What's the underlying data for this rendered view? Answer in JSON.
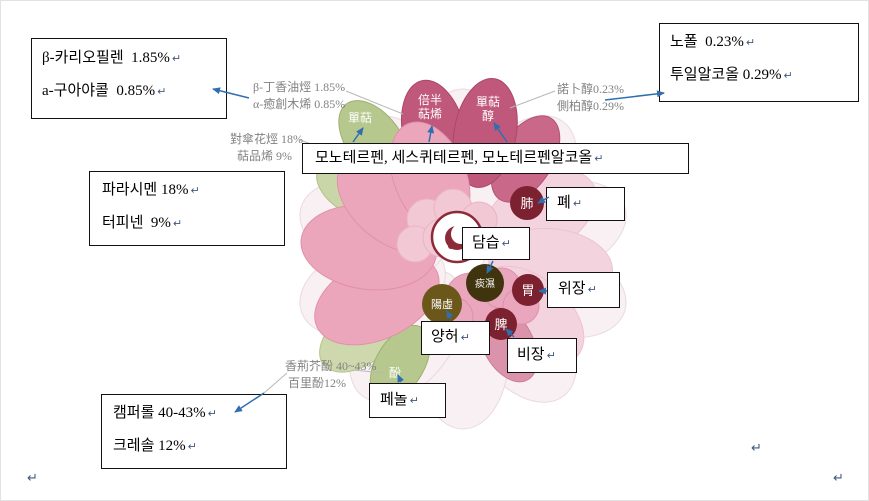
{
  "colors": {
    "arrow": "#2f6fb0",
    "box_border": "#111111",
    "cn_text": "#828282",
    "petal_white": "#f8f0f3",
    "petal_pale_pink": "#f3d3dd",
    "petal_pink": "#eba6bc",
    "petal_rose": "#c0587c",
    "leaf_green": "#b6c88d",
    "organ_red": "#7c2130",
    "pattern_olive": "#6b571a",
    "pattern_dark_olive": "#40340f"
  },
  "flower": {
    "petal_monoterpene": "單萜",
    "petal_sesquiterpene_l1": "倍半",
    "petal_sesquiterpene_l2": "萜烯",
    "petal_monoterpenol_l1": "單萜",
    "petal_monoterpenol_l2": "醇",
    "petal_phenol": "酚",
    "organ_lung": "肺",
    "organ_stomach": "胃",
    "organ_spleen": "脾",
    "pattern_yang_def": "陽虛",
    "pattern_phlegm_damp": "痰濕"
  },
  "cn_annotations": {
    "caryophyllene": "β-丁香油烴 1.85%",
    "guaiene": "α-癒創木烯 0.85%",
    "p_cymene": "對傘花烴 18%",
    "terpinene": "萜品烯 9%",
    "nopol": "諾卜醇0.23%",
    "thujanol": "側柏醇0.29%",
    "carvacrol": "香荊芥酚 40~43%",
    "thymol": "百里酚12%"
  },
  "callouts": {
    "top_left": {
      "line1": "β-카리오필렌  1.85%",
      "line2": "a-구아야콜  0.85%"
    },
    "top_right": {
      "line1": "노폴  0.23%",
      "line2": "투일알코올 0.29%"
    },
    "mid_left": {
      "line1": "파라시멘 18%",
      "line2": "터피넨  9%"
    },
    "center": {
      "line1": "모노테르펜, 세스퀴테르펜, 모노테르펜알코올"
    },
    "lung": {
      "line1": "폐"
    },
    "phlegm_damp": {
      "line1": "담습"
    },
    "stomach": {
      "line1": "위장"
    },
    "yang_def": {
      "line1": "양허"
    },
    "spleen": {
      "line1": "비장"
    },
    "phenol": {
      "line1": "페놀"
    },
    "bottom_left": {
      "line1": "캠퍼롤 40-43%",
      "line2": "크레솔 12%"
    }
  },
  "marks": {
    "return": "↵"
  }
}
